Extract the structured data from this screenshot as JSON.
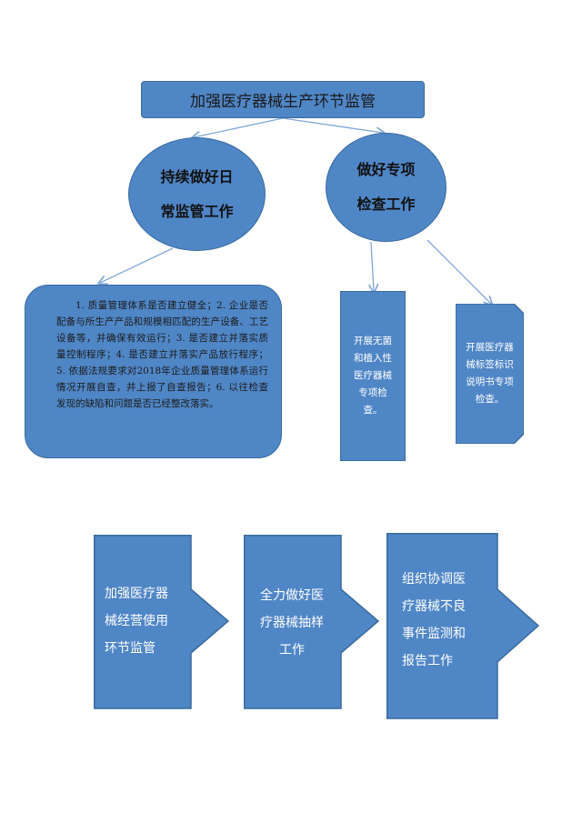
{
  "title": "加强医疗器械生产环节监管",
  "left_node": {
    "line1": "持续做好日",
    "line2": "常监管工作"
  },
  "right_node": {
    "line1": "做好专项",
    "line2": "检查工作"
  },
  "left_detail": "1. 质量管理体系是否建立健全；2. 企业是否配备与所生产产品和规模相匹配的生产设备、工艺设备等，并确保有效运行；3. 是否建立并落实质量控制程序；4. 是否建立并落实产品放行程序；5. 依据法规要求对2018年企业质量管理体系运行情况开展自查，并上报了自查报告；6. 以往检查发现的缺陷和问题是否已经整改落实。",
  "right_detail_1": "开展无菌和植入性医疗器械专项检查。",
  "right_detail_2": "开展医疗器械标签标识说明书专项检查。",
  "bottom_arrows": [
    {
      "lines": [
        "加强医疗器",
        "械经营使用",
        "环节监管"
      ]
    },
    {
      "lines": [
        "全力做好医",
        "疗器械抽样",
        "工作"
      ]
    },
    {
      "lines": [
        "组织协调医",
        "疗器械不良",
        "事件监测和",
        "报告工作"
      ]
    }
  ],
  "colors": {
    "fill": "#4f86c6",
    "stroke": "#3a6a9e",
    "connector": "#7fa7d6"
  }
}
